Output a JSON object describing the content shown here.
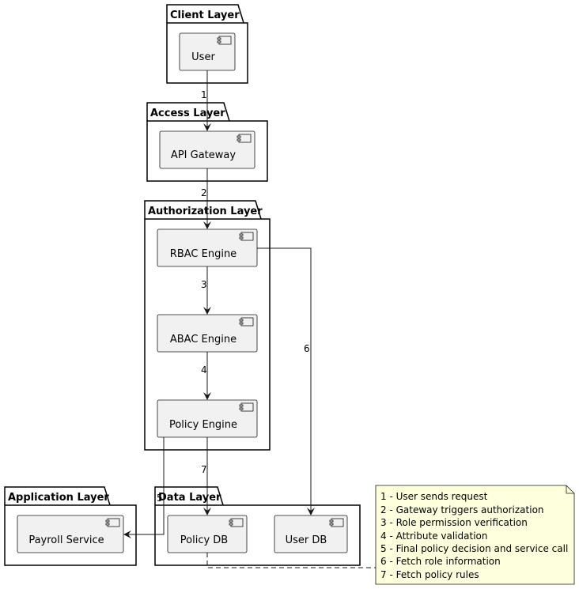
{
  "colors": {
    "package_fill": "#ffffff",
    "package_stroke": "#000000",
    "component_fill": "#f1f1f1",
    "component_stroke": "#181818",
    "edge_stroke": "#181818",
    "note_fill": "#feffdd",
    "note_stroke": "#181818"
  },
  "packages": {
    "client": "Client Layer",
    "access": "Access Layer",
    "authorization": "Authorization Layer",
    "application": "Application Layer",
    "data": "Data Layer"
  },
  "components": {
    "user": "User",
    "api_gateway": "API Gateway",
    "rbac_engine": "RBAC Engine",
    "abac_engine": "ABAC Engine",
    "policy_engine": "Policy Engine",
    "payroll_service": "Payroll Service",
    "policy_db": "Policy DB",
    "user_db": "User DB"
  },
  "edges": {
    "user_to_gateway": "1",
    "gateway_to_rbac": "2",
    "rbac_to_abac": "3",
    "abac_to_policy": "4",
    "policy_to_payroll": "5",
    "rbac_to_userdb": "6",
    "policy_to_policydb": "7"
  },
  "note": {
    "lines": [
      "1 - User sends request",
      "2 - Gateway triggers authorization",
      "3 - Role permission verification",
      "4 - Attribute validation",
      "5 - Final policy decision and service call",
      "6 - Fetch role information",
      "7 - Fetch policy rules"
    ]
  }
}
